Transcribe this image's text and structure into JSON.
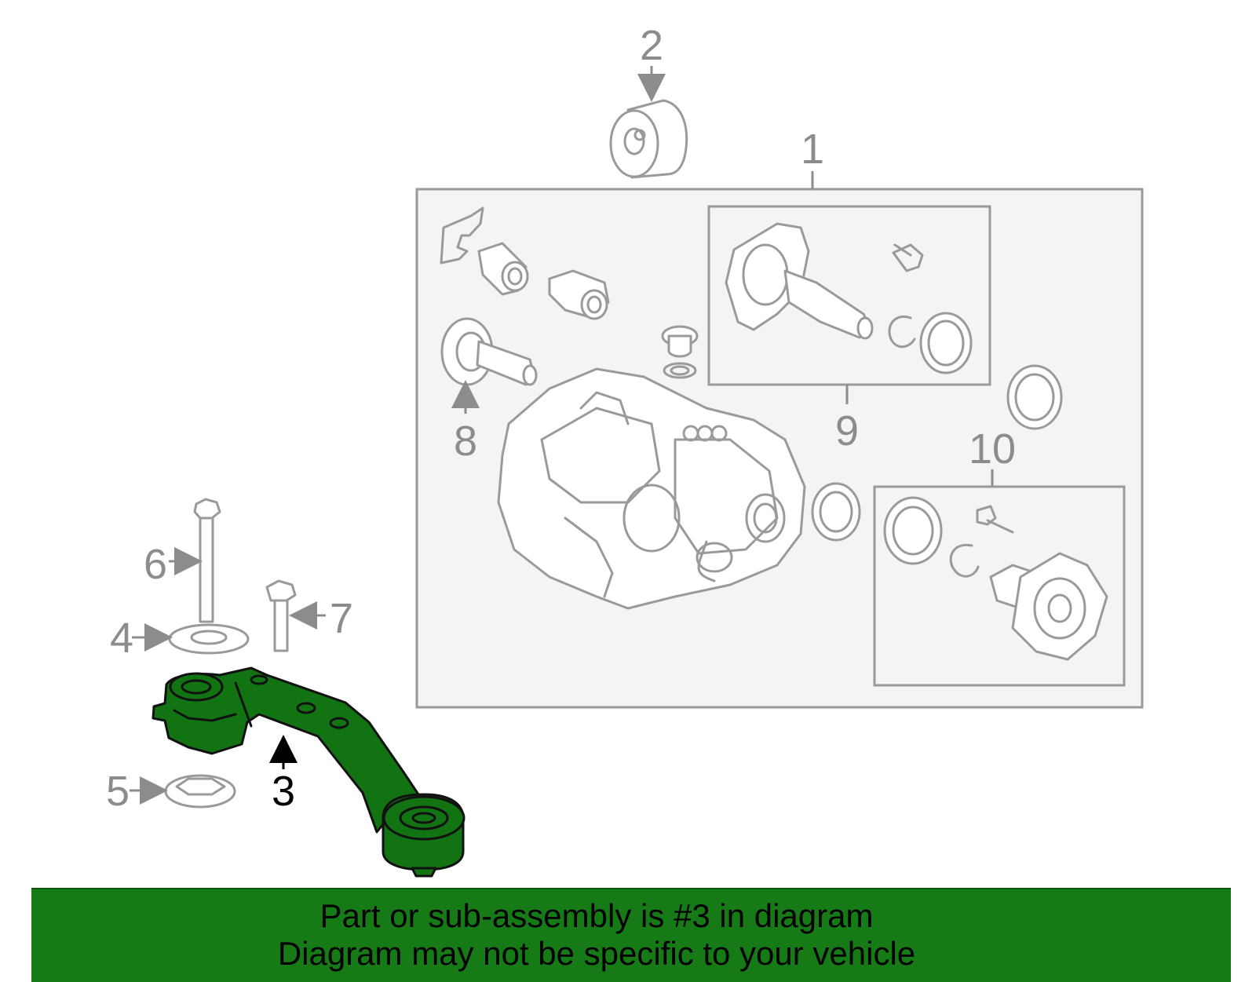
{
  "diagram": {
    "callouts": [
      "1",
      "2",
      "3",
      "4",
      "5",
      "6",
      "7",
      "8",
      "9",
      "10"
    ],
    "highlighted_part": "3",
    "highlight_color": "#127312"
  },
  "banner": {
    "line1": "Part or sub-assembly is #3 in diagram",
    "line2": "Diagram may not be specific to your vehicle",
    "background": "#167b16"
  }
}
